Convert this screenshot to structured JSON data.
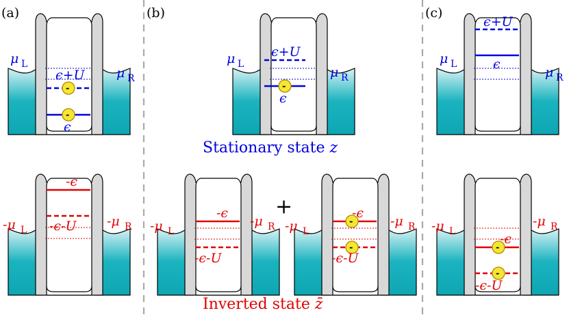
{
  "panels": {
    "a": {
      "tag": "(a)"
    },
    "b": {
      "tag": "(b)"
    },
    "c": {
      "tag": "(c)"
    }
  },
  "labels": {
    "mu_l": "μ",
    "mu_r": "μ",
    "sub_l": "L",
    "sub_r": "R",
    "neg_mu": "-μ",
    "eps": "ϵ",
    "eps_u": "ϵ+U",
    "neg_eps": "-ϵ",
    "neg_eps_u": "-ϵ-U",
    "electron": "-",
    "plus": "+"
  },
  "captions": {
    "stationary": "Stationary state ",
    "stationary_var": "z",
    "inverted": "Inverted state ",
    "inverted_var": "z̄"
  },
  "colors": {
    "blue": "#0000e0",
    "red": "#e00000",
    "teal": "#1ab3bf",
    "electron_fill": "#f5e633",
    "divider": "#aaaaaa"
  }
}
